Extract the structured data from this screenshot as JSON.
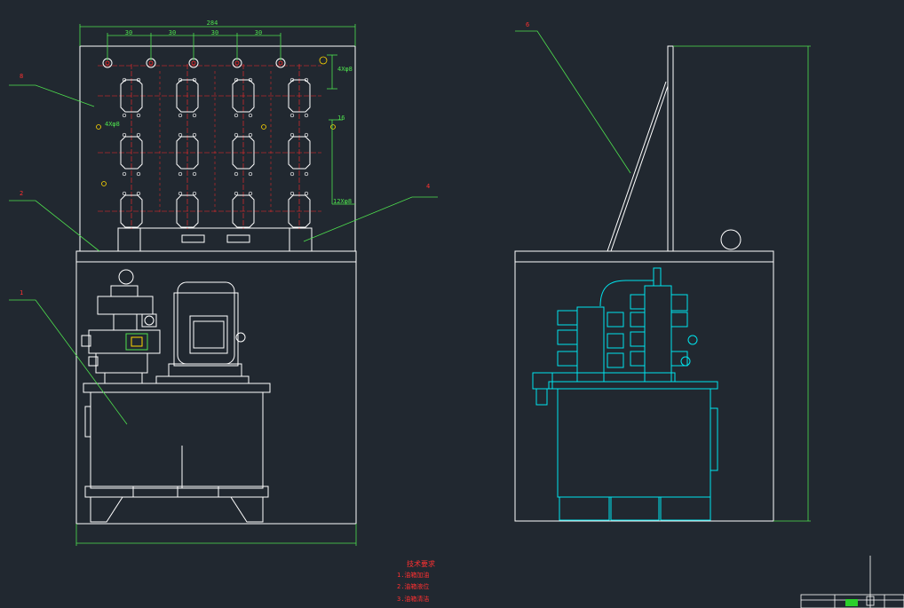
{
  "colors": {
    "background": "#212830",
    "outline": "#ffffff",
    "leader": "#4ee04e",
    "centerline": "#ff2a2a",
    "hydraulic": "#00e5ee",
    "marker": "#ffd800",
    "notes": "#ff3030"
  },
  "front_view": {
    "panel_dims": {
      "overall": "284",
      "spacings": [
        "30",
        "30",
        "30",
        "30"
      ],
      "side_notes": [
        "4Xφ8",
        "4Xφ8",
        "16",
        "12Xφ8"
      ]
    },
    "balloons": [
      "8",
      "2",
      "4",
      "1"
    ]
  },
  "side_view": {
    "balloons": [
      "6"
    ]
  },
  "notes": {
    "title": "技术要求",
    "items": [
      "1.油箱加油",
      "2.油箱液位",
      "3.油箱清洁"
    ]
  }
}
